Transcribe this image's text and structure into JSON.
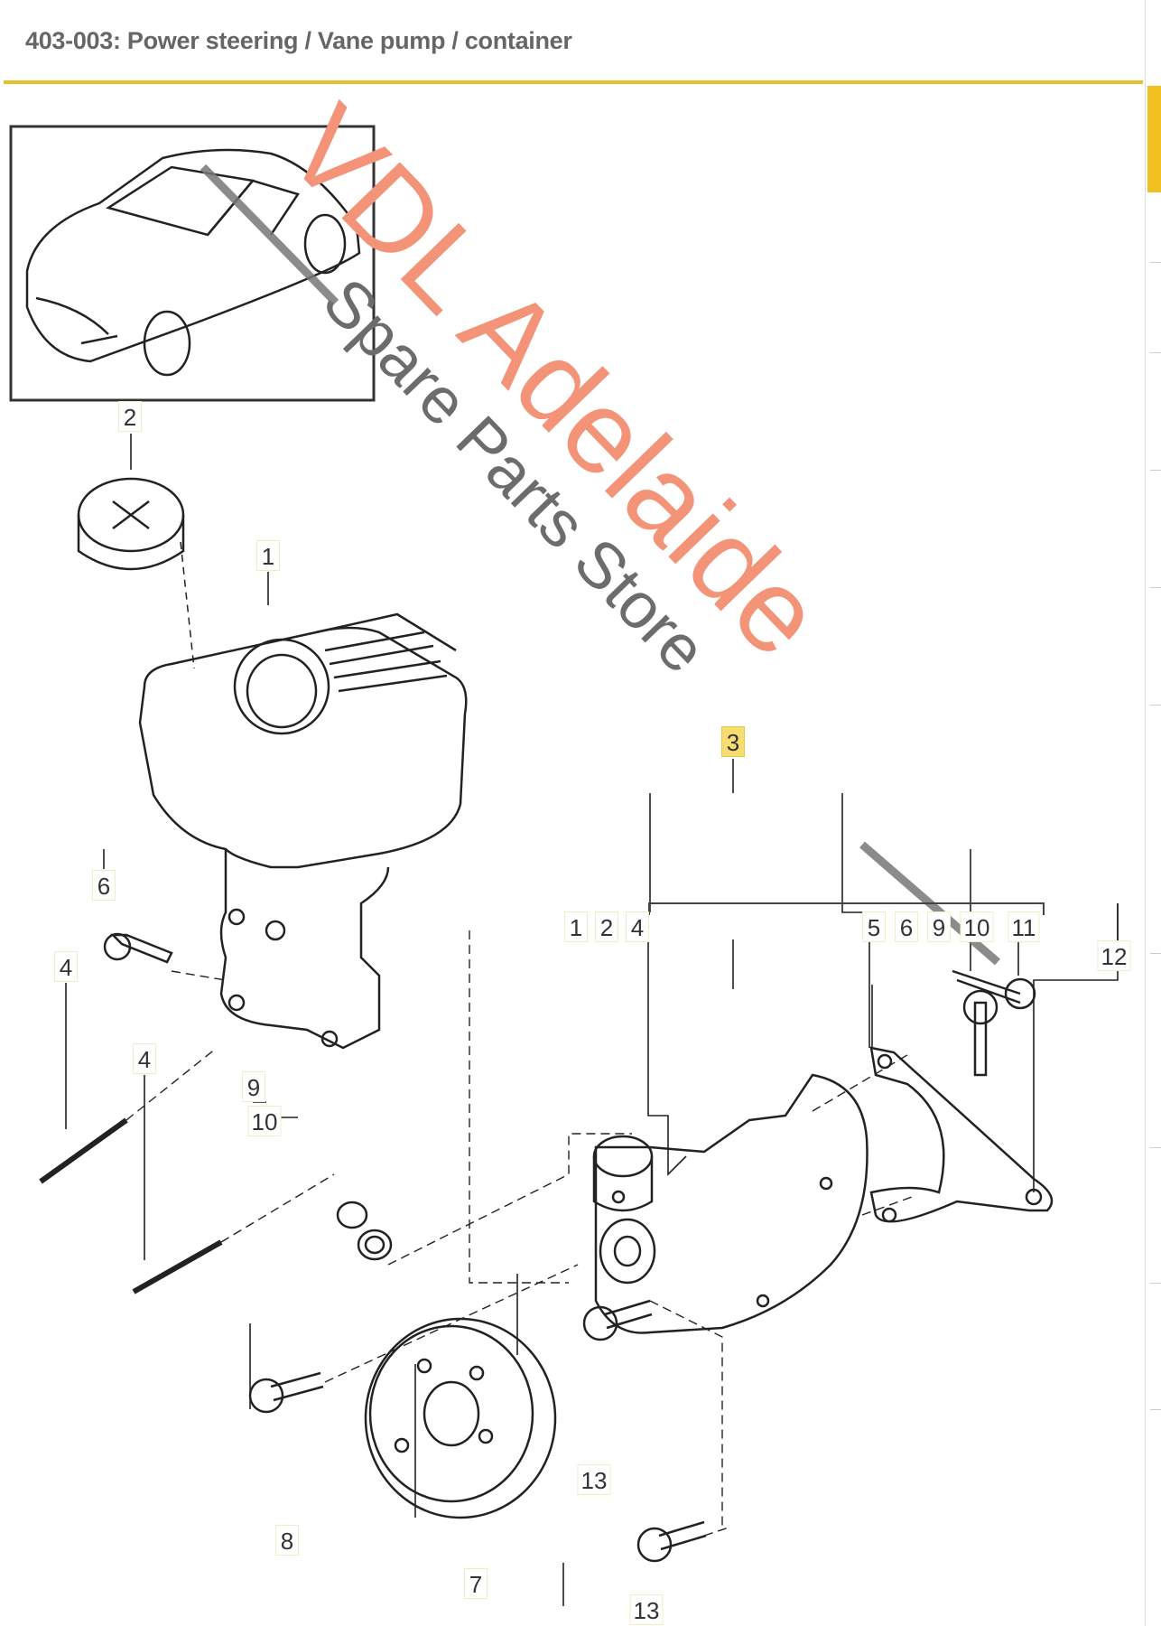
{
  "header": {
    "title": "403-003: Power steering / Vane pump / container"
  },
  "colors": {
    "accent": "#e6c02a",
    "highlight": "#f7dc72",
    "watermark_primary": "#f39479",
    "watermark_secondary": "#6c6c6c"
  },
  "watermark": {
    "line1": "VDL Adelaide",
    "line2": "Spare Parts Store"
  },
  "callouts": {
    "c2": "2",
    "c1": "1",
    "c6": "6",
    "c4a": "4",
    "c4b": "4",
    "c9": "9",
    "c10": "10",
    "c3": "3",
    "g1": "1",
    "g2": "2",
    "g4": "4",
    "g5": "5",
    "g6": "6",
    "g9": "9",
    "g10": "10",
    "g11": "11",
    "c12": "12",
    "c13a": "13",
    "c8": "8",
    "c7": "7",
    "c13b": "13"
  }
}
